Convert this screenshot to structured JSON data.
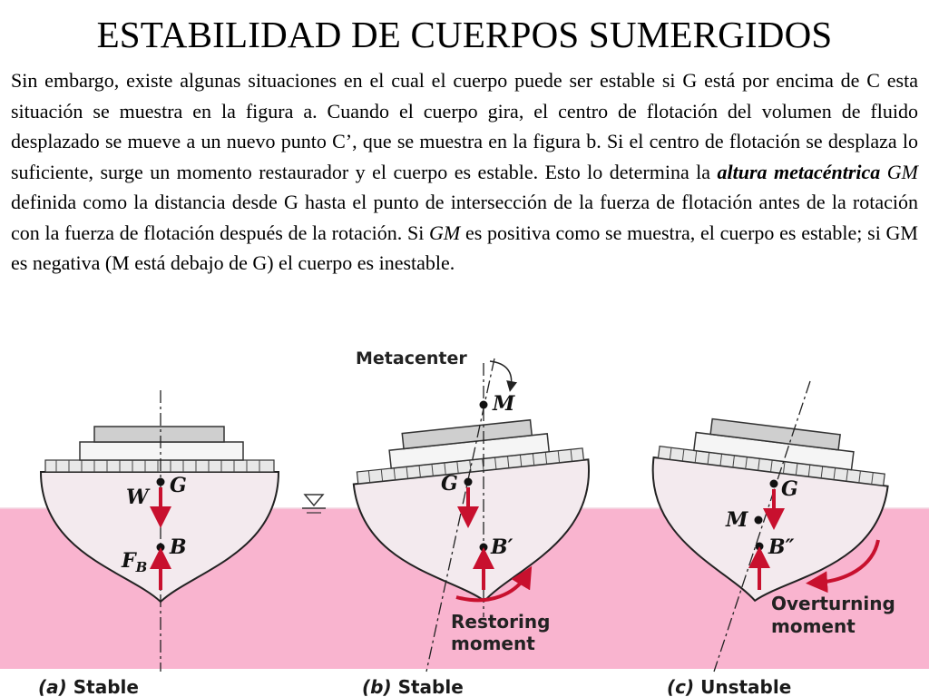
{
  "title": "ESTABILIDAD DE CUERPOS SUMERGIDOS",
  "paragraph": {
    "p1": "Sin embargo, existe algunas situaciones en el cual el cuerpo puede ser estable si G está por encima de C esta situación se muestra en la figura a. Cuando el cuerpo gira, el centro de flotación del volumen de fluido desplazado se mueve a un nuevo punto C’, que se muestra en la figura b. Si el centro de flotación se desplaza lo suficiente, surge un momento restaurador y el cuerpo es estable. Esto lo determina la ",
    "emph1": "altura metacéntrica",
    "p2": " ",
    "var1": "GM",
    "p3": "  definida como la distancia desde G hasta el punto de intersección de la fuerza de flotación antes de la rotación con la fuerza de flotación después de la rotación. Si ",
    "var2": "GM",
    "p4": " es positiva como se muestra, el cuerpo es estable; si GM es negativa (M está debajo de G) el cuerpo es inestable."
  },
  "figure": {
    "metacenter_label": "Metacenter",
    "panel_a": {
      "G": "G",
      "W": "W",
      "B": "B",
      "FB": "F",
      "FB_sub": "B",
      "caption_letter": "(a)",
      "caption_text": " Stable"
    },
    "panel_b": {
      "M": "M",
      "G": "G",
      "B": "B′",
      "moment_line1": "Restoring",
      "moment_line2": "moment",
      "caption_letter": "(b)",
      "caption_text": " Stable"
    },
    "panel_c": {
      "G": "G",
      "M": "M",
      "B": "B″",
      "moment_line1": "Overturning",
      "moment_line2": "moment",
      "caption_letter": "(c)",
      "caption_text": " Unstable"
    }
  },
  "colors": {
    "water": "#f9b4cf",
    "hull": "#f3eaee",
    "arrow": "#c8102e",
    "deck": "#cfcfcf"
  }
}
